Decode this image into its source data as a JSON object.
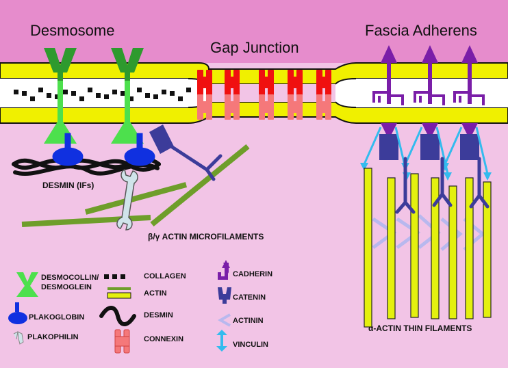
{
  "titles": {
    "desmosome": "Desmosome",
    "gap_junction": "Gap Junction",
    "fascia_adherens": "Fascia Adherens"
  },
  "labels": {
    "desmin_ifs": "DESMIN (IFs)",
    "beta_gamma_actin": "β/γ ACTIN MICROFILAMENTS",
    "alpha_actin": "α-ACTIN THIN FILAMENTS"
  },
  "legend": {
    "desmocollin_line1": "DESMOCOLLIN/",
    "desmocollin_line2": "DESMOGLEIN",
    "plakoglobin": "PLAKOGLOBIN",
    "plakophilin": "PLAKOPHILIN",
    "collagen": "COLLAGEN",
    "actin": "ACTIN",
    "desmin": "DESMIN",
    "connexin": "CONNEXIN",
    "cadherin": "CADHERIN",
    "catenin": "CATENIN",
    "actinin": "ACTININ",
    "vinculin": "VINCULIN"
  },
  "colors": {
    "top_background": "#e68ccc",
    "bottom_background": "#f2c4e6",
    "membrane": "#f0f000",
    "desmocollin_dark": "#2e9a2e",
    "desmocollin_light": "#4de04d",
    "plakoglobin": "#1030e0",
    "connexin_red": "#f01010",
    "connexin_pink": "#f5787a",
    "cadherin": "#7a1ea8",
    "catenin": "#3c3c9a",
    "vinculin": "#33bbee",
    "actin_filament": "#6e9e2a",
    "thin_filament": "#e4f00e",
    "actinin": "#b8b8ee"
  }
}
